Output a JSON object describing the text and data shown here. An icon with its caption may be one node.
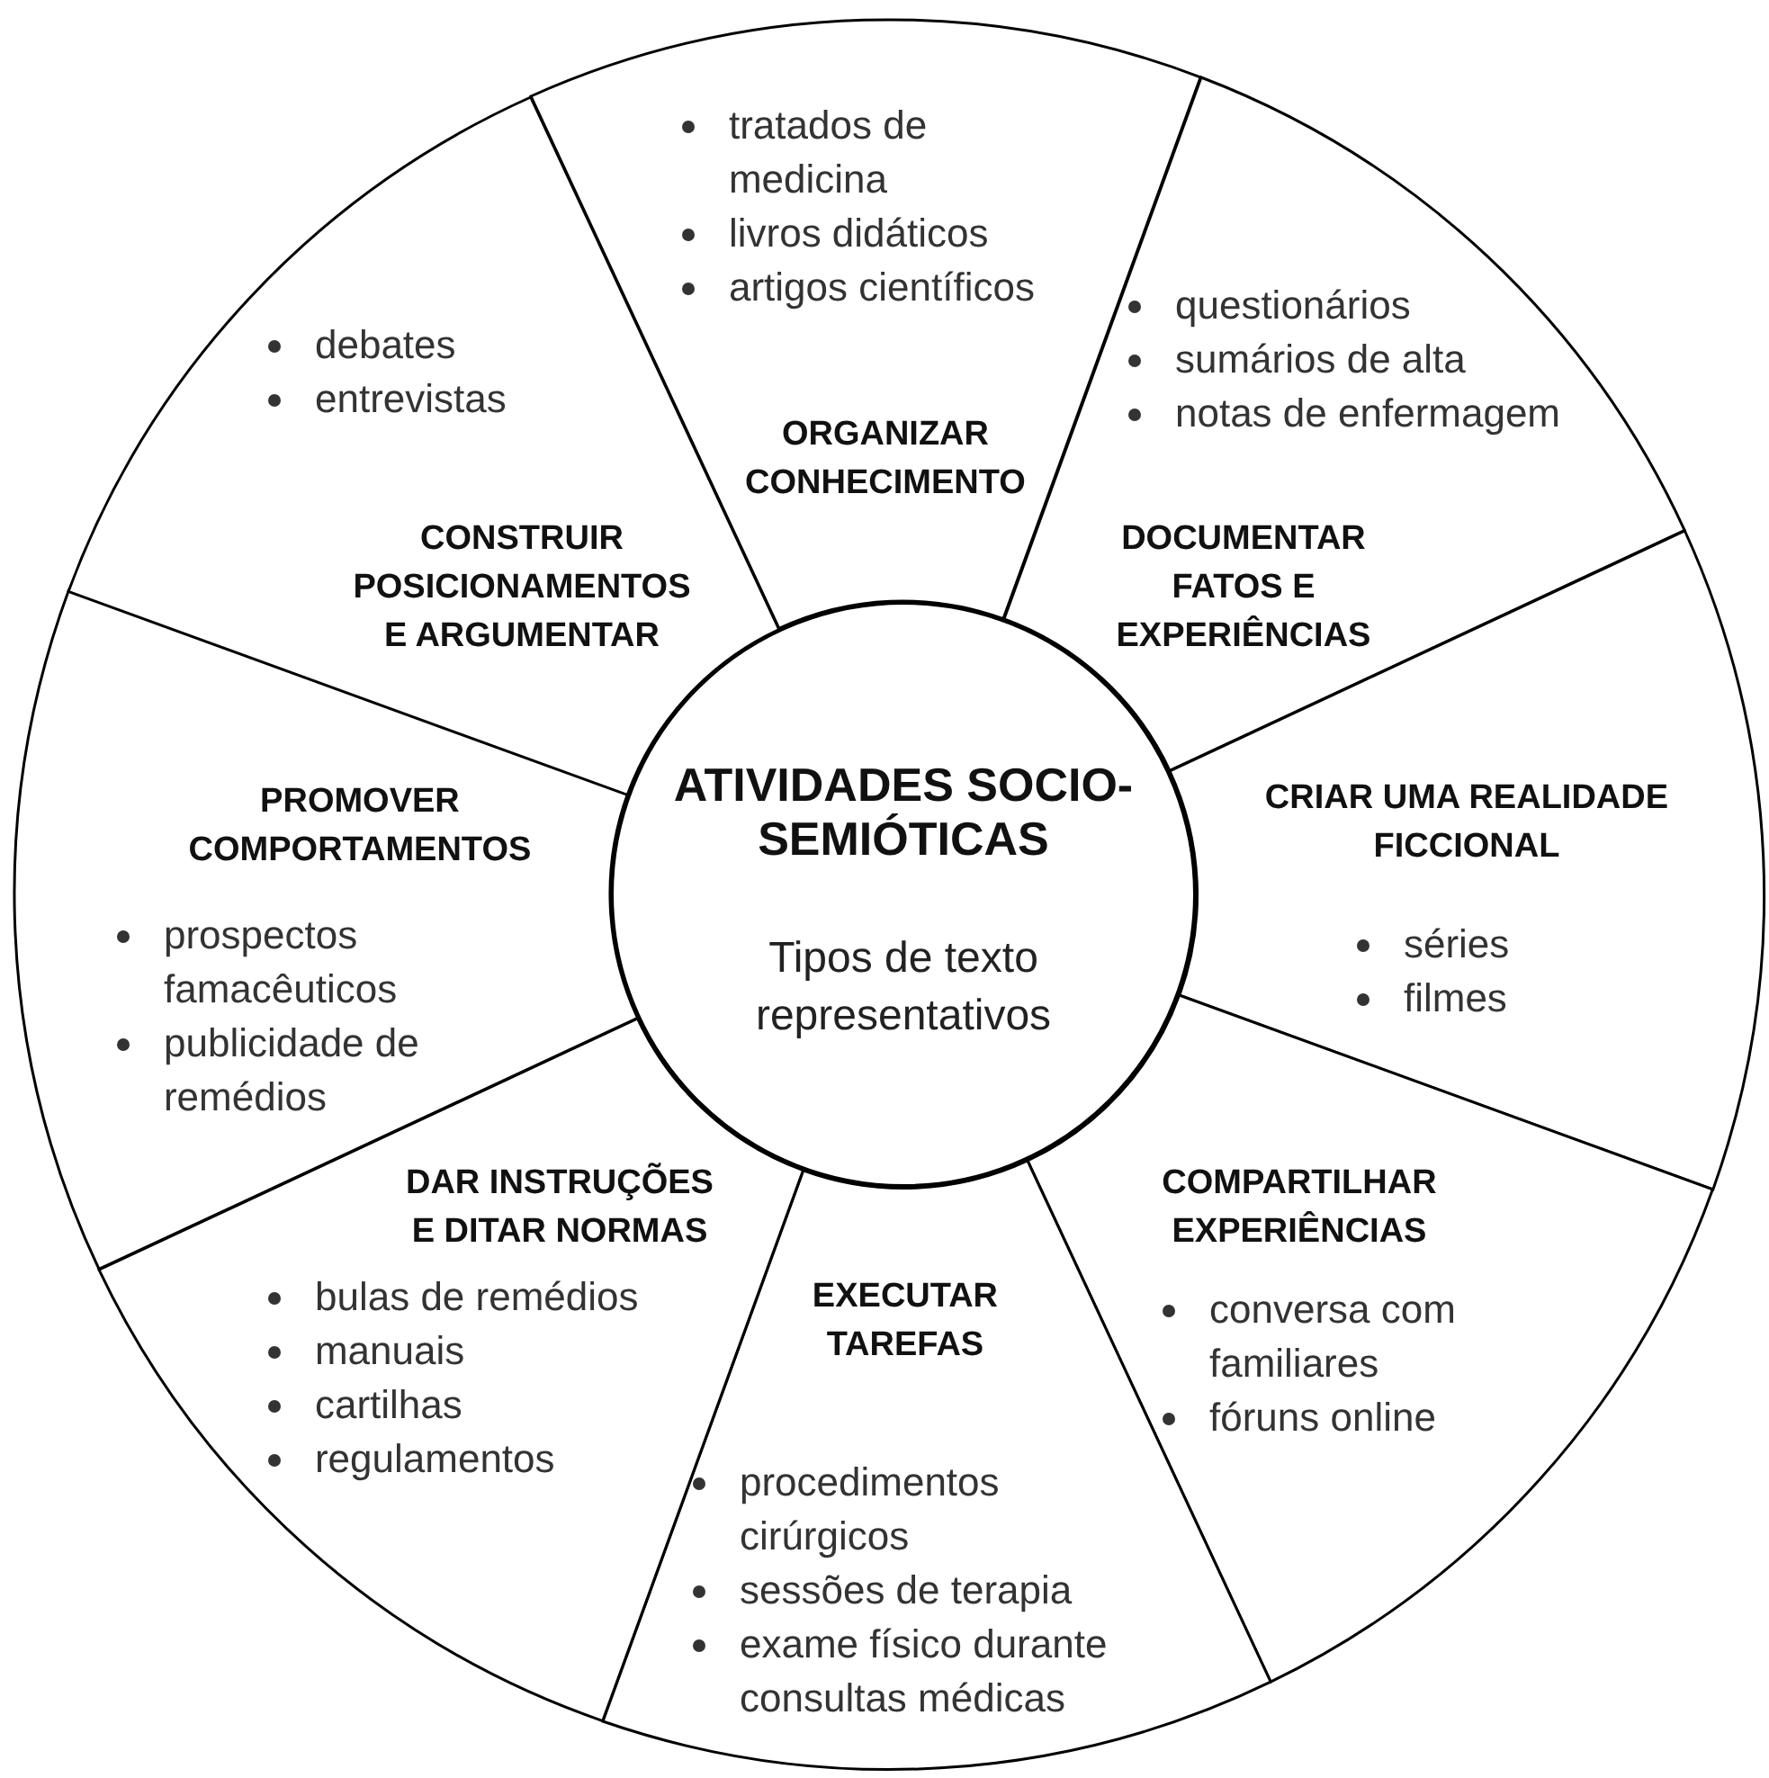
{
  "diagram": {
    "nodes": [
      {
        "text": [
          "ATIVIDADES SOCIO-SEMIÓTICAS",
          "Tipos de texto representativos"
        ]
      },
      {
        "text": [
          "tratados de medicina",
          "livros didáticos",
          "artigos científicos",
          "ORGANIZAR CONHECIMENTO"
        ]
      },
      {
        "text": [
          "questionários",
          "sumários de alta",
          "notas de enfermagem",
          "DOCUMENTAR FATOS E EXPERIÊNCIAS"
        ]
      },
      {
        "text": [
          "CRIAR UMA REALIDADE FICCIONAL",
          "séries",
          "filmes"
        ]
      },
      {
        "text": [
          "COMPARTILHAR EXPERIÊNCIAS",
          "conversa com familiares",
          "fóruns online"
        ]
      },
      {
        "text": [
          "EXECUTAR TAREFAS",
          "procedimentos cirúrgicos",
          "sessões de terapia",
          "exame físico durante consultas médicas"
        ]
      },
      {
        "text": [
          "DAR INSTRUÇÕES E DITAR NORMAS",
          "bulas de remédios",
          "manuais",
          "cartilhas",
          "regulamentos"
        ]
      },
      {
        "text": [
          "PROMOVER COMPORTAMENTOS",
          "prospectos famacêuticos",
          "publicidade de remédios"
        ]
      },
      {
        "text": [
          "debates",
          "entrevistas",
          "CONSTRUIR POSICIONAMENTOS E ARGUMENTAR"
        ]
      }
    ]
  }
}
